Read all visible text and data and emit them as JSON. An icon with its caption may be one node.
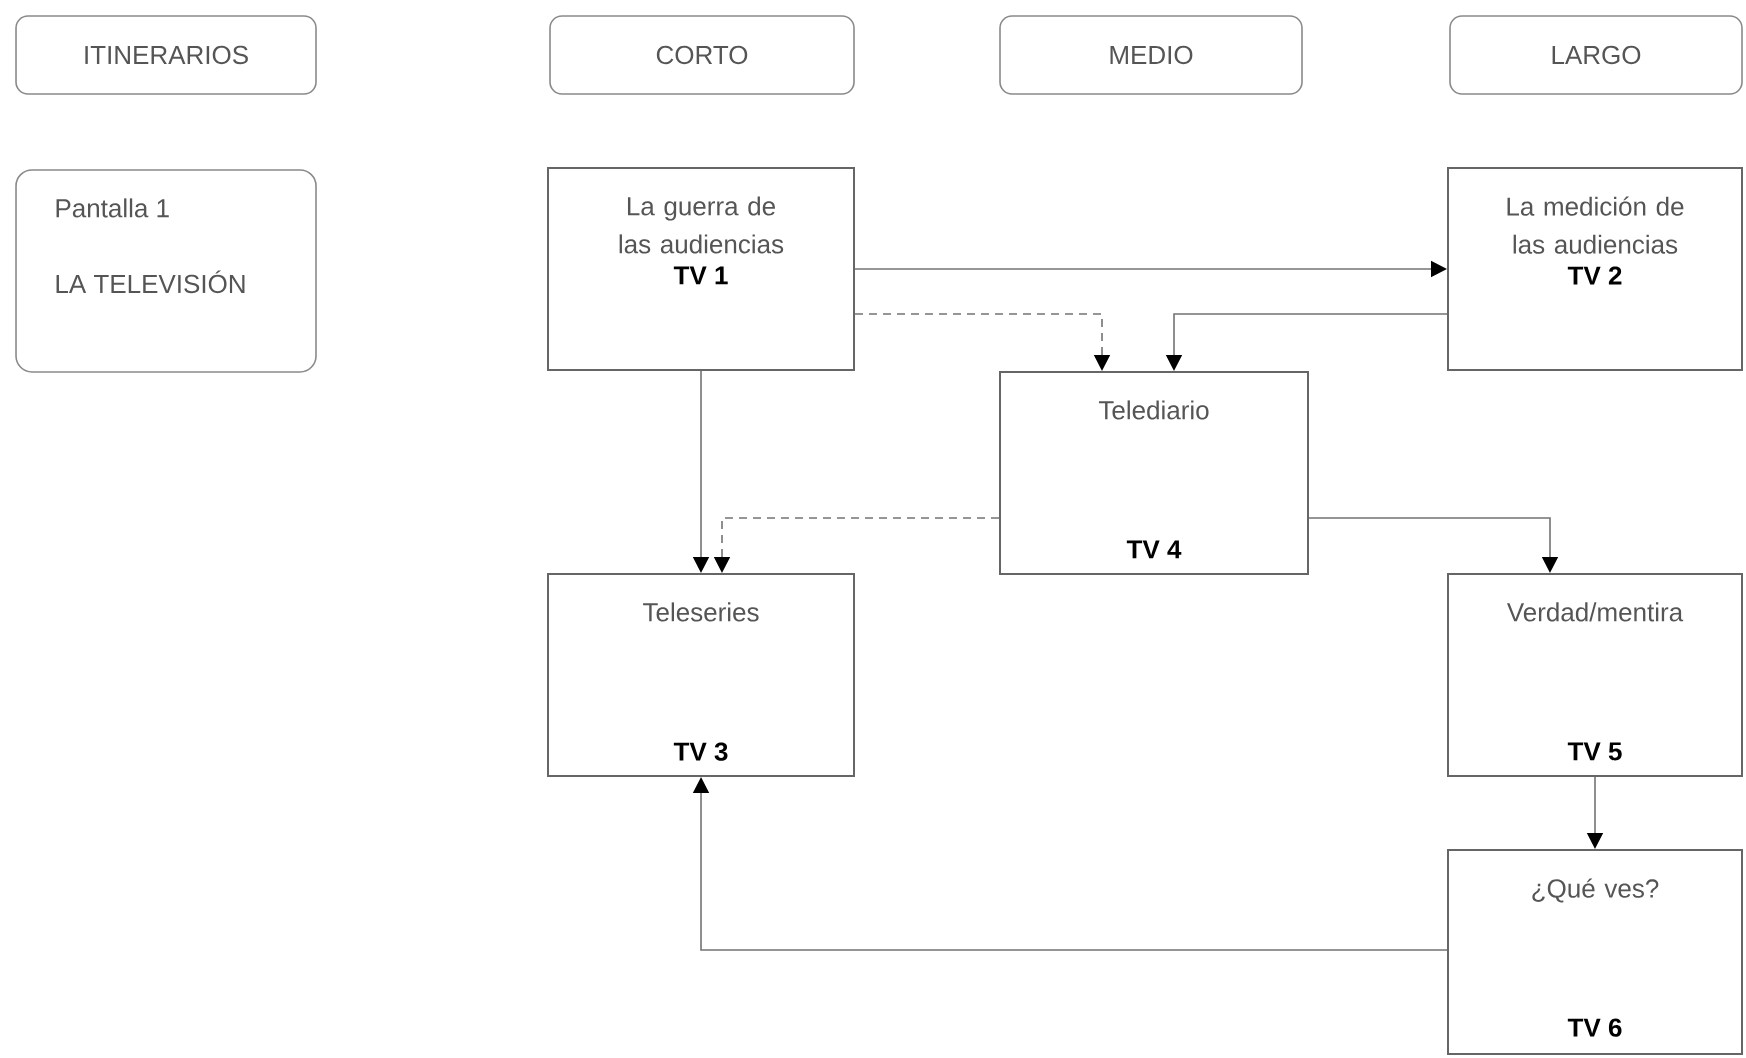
{
  "diagram": {
    "nodes": [
      {
        "text": [
          "ITINERARIOS"
        ]
      },
      {
        "text": [
          "CORTO"
        ]
      },
      {
        "text": [
          "MEDIO"
        ]
      },
      {
        "text": [
          "LARGO"
        ]
      },
      {
        "text": [
          "Pantalla 1",
          "LA TELEVISIÓN"
        ]
      },
      {
        "text": [
          "La guerra de las audiencias",
          "TV 1"
        ]
      },
      {
        "text": [
          "La medición de las audiencias",
          "TV 2"
        ]
      },
      {
        "text": [
          "Telediario",
          "TV 4"
        ]
      },
      {
        "text": [
          "Teleseries",
          "TV 3"
        ]
      },
      {
        "text": [
          "Verdad/mentira",
          "TV 5"
        ]
      },
      {
        "text": [
          "¿Qué ves?",
          "TV 6"
        ]
      }
    ],
    "edges": [
      {
        "from": 5,
        "to": 6,
        "arrow": "to"
      },
      {
        "from": 5,
        "to": 7,
        "arrow": "to",
        "style": "dashed"
      },
      {
        "from": 6,
        "to": 7,
        "arrow": "to"
      },
      {
        "from": 5,
        "to": 8,
        "arrow": "to"
      },
      {
        "from": 7,
        "to": 8,
        "arrow": "to",
        "style": "dashed"
      },
      {
        "from": 7,
        "to": 9,
        "arrow": "to"
      },
      {
        "from": 9,
        "to": 10,
        "arrow": "to"
      },
      {
        "from": 10,
        "to": 8,
        "arrow": "to"
      }
    ]
  }
}
